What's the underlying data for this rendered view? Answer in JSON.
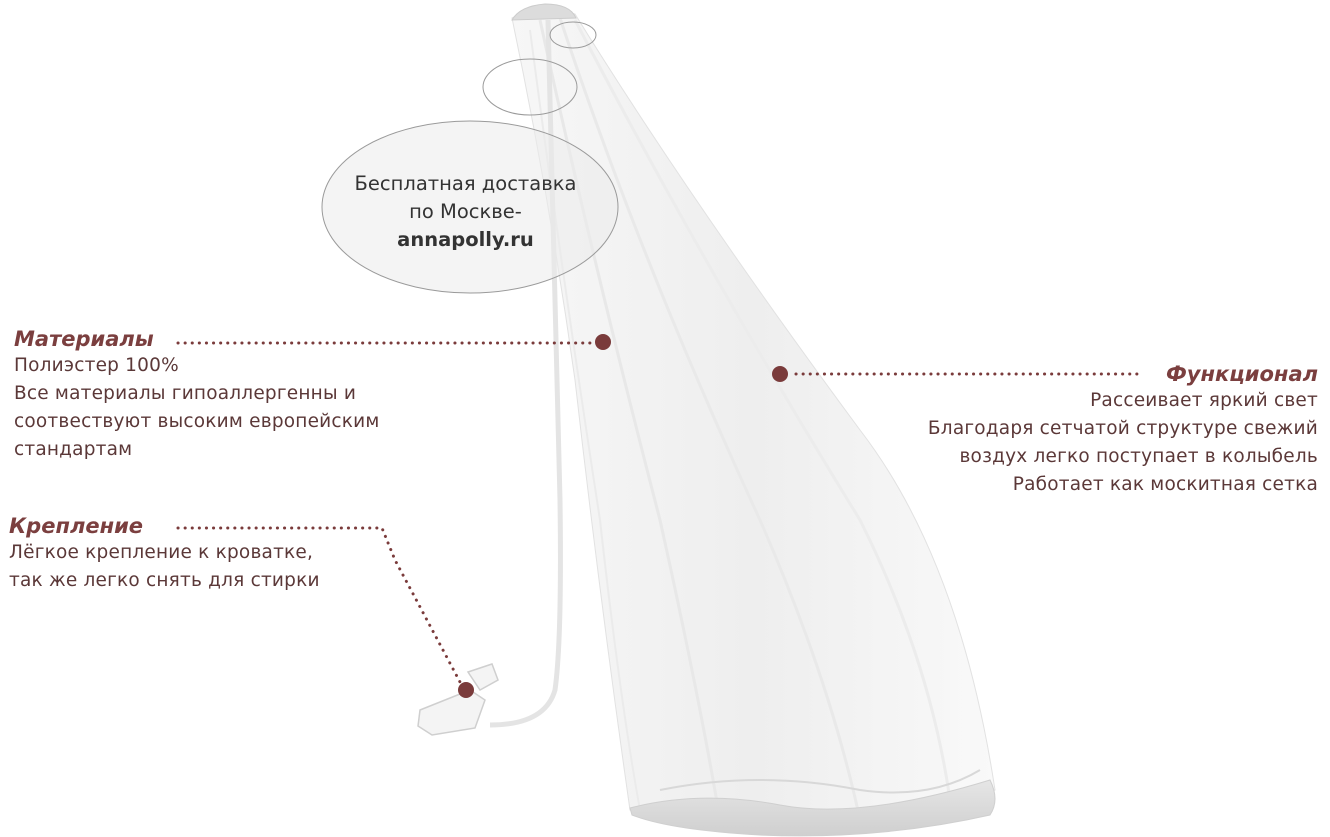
{
  "delivery_bubble": {
    "line1": "Бесплатная доставка",
    "line2": "по Москве-",
    "site": "annapolly.ru"
  },
  "materials": {
    "title": "Материалы",
    "lines": [
      "Полиэстер 100%",
      "Все материалы гипоаллергенны и",
      "соотвествуют высоким европейским",
      "стандартам"
    ]
  },
  "mount": {
    "title": "Крепление",
    "lines": [
      "Лёгкое крепление к кроватке,",
      "так же легко снять для стирки"
    ]
  },
  "function": {
    "title": "Функционал",
    "lines": [
      "Рассеивает яркий свет",
      "Благодаря сетчатой структуре свежий",
      "воздух легко поступает в колыбель",
      "Работает как москитная сетка"
    ]
  },
  "colors": {
    "accent": "#7b3f3f",
    "marker": "#7a3b3b",
    "text": "#5b3838"
  }
}
